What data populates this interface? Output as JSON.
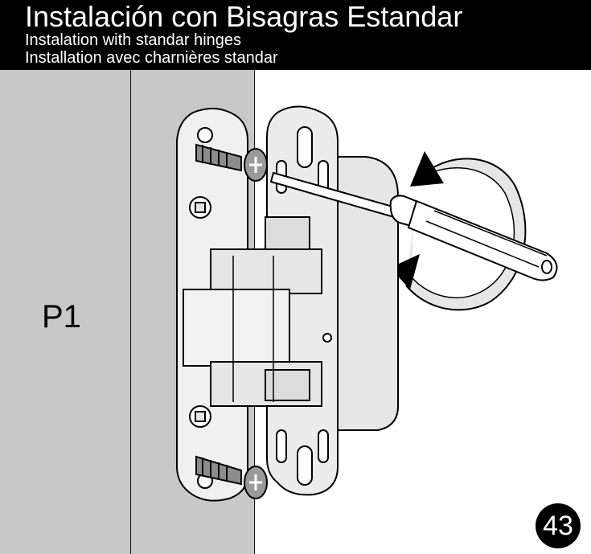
{
  "header": {
    "title_es": "Instalación con Bisagras Estandar",
    "title_en": "Instalation with standar hinges",
    "title_fr": "Installation avec charnières standar"
  },
  "panel": {
    "label": "P1"
  },
  "step": {
    "number": "43"
  },
  "icons": [
    "screw-icon",
    "screwdriver-icon",
    "rotation-arrow-icon",
    "hinge-illustration"
  ],
  "colors": {
    "header_bg": "#000000",
    "header_text": "#ffffff",
    "wall": "#c8c8c8",
    "hardware": "#e6e6e6",
    "screw": "#8c8c8c"
  }
}
